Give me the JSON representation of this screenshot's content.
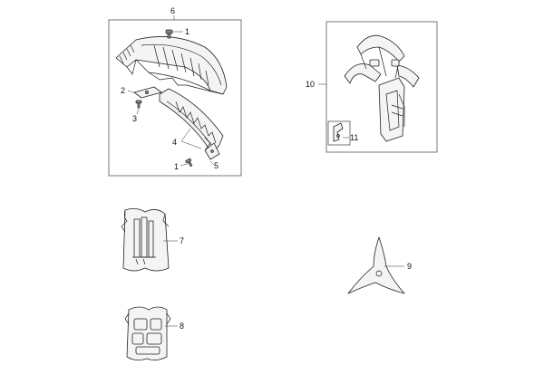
{
  "callouts": {
    "c1a": "1",
    "c1b": "1",
    "c2": "2",
    "c3": "3",
    "c4": "4",
    "c5": "5",
    "c6": "6",
    "c7": "7",
    "c8": "8",
    "c9": "9",
    "c10": "10",
    "c11": "11"
  }
}
